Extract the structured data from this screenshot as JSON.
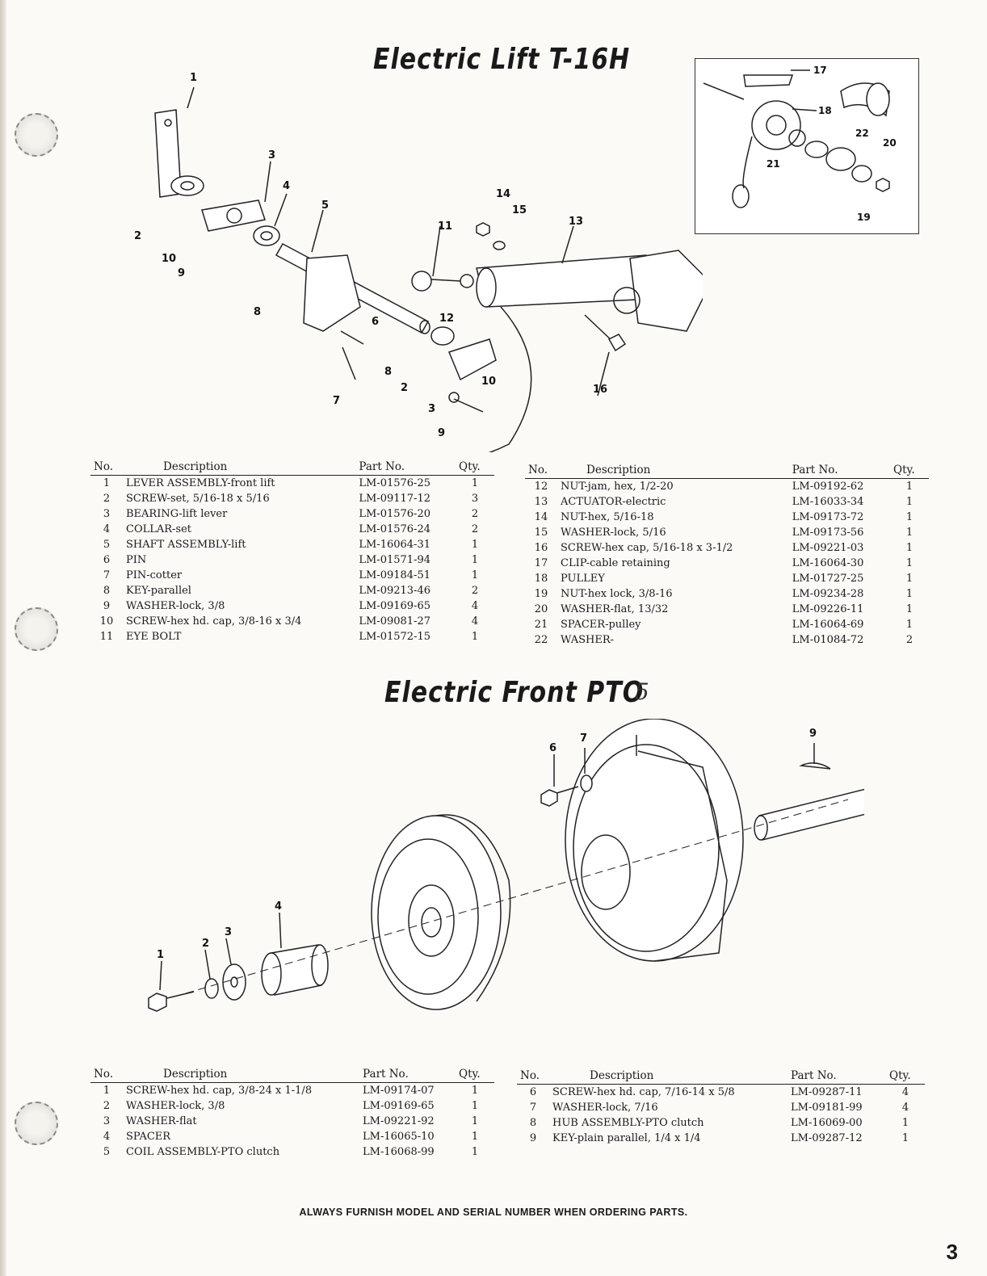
{
  "section1": {
    "title": "Electric Lift T-16H",
    "headers": {
      "no": "No.",
      "description": "Description",
      "part_no": "Part No.",
      "qty": "Qty."
    },
    "left_rows": [
      {
        "no": "1",
        "description": "LEVER ASSEMBLY-front lift",
        "part_no": "LM-01576-25",
        "qty": "1"
      },
      {
        "no": "2",
        "description": "SCREW-set, 5/16-18 x 5/16",
        "part_no": "LM-09117-12",
        "qty": "3"
      },
      {
        "no": "3",
        "description": "BEARING-lift lever",
        "part_no": "LM-01576-20",
        "qty": "2"
      },
      {
        "no": "4",
        "description": "COLLAR-set",
        "part_no": "LM-01576-24",
        "qty": "2"
      },
      {
        "no": "5",
        "description": "SHAFT ASSEMBLY-lift",
        "part_no": "LM-16064-31",
        "qty": "1"
      },
      {
        "no": "6",
        "description": "PIN",
        "part_no": "LM-01571-94",
        "qty": "1"
      },
      {
        "no": "7",
        "description": "PIN-cotter",
        "part_no": "LM-09184-51",
        "qty": "1"
      },
      {
        "no": "8",
        "description": "KEY-parallel",
        "part_no": "LM-09213-46",
        "qty": "2"
      },
      {
        "no": "9",
        "description": "WASHER-lock, 3/8",
        "part_no": "LM-09169-65",
        "qty": "4"
      },
      {
        "no": "10",
        "description": "SCREW-hex hd. cap, 3/8-16 x 3/4",
        "part_no": "LM-09081-27",
        "qty": "4"
      },
      {
        "no": "11",
        "description": "EYE BOLT",
        "part_no": "LM-01572-15",
        "qty": "1"
      }
    ],
    "right_rows": [
      {
        "no": "12",
        "description": "NUT-jam, hex, 1/2-20",
        "part_no": "LM-09192-62",
        "qty": "1"
      },
      {
        "no": "13",
        "description": "ACTUATOR-electric",
        "part_no": "LM-16033-34",
        "qty": "1"
      },
      {
        "no": "14",
        "description": "NUT-hex, 5/16-18",
        "part_no": "LM-09173-72",
        "qty": "1"
      },
      {
        "no": "15",
        "description": "WASHER-lock, 5/16",
        "part_no": "LM-09173-56",
        "qty": "1"
      },
      {
        "no": "16",
        "description": "SCREW-hex cap, 5/16-18 x 3-1/2",
        "part_no": "LM-09221-03",
        "qty": "1"
      },
      {
        "no": "17",
        "description": "CLIP-cable retaining",
        "part_no": "LM-16064-30",
        "qty": "1"
      },
      {
        "no": "18",
        "description": "PULLEY",
        "part_no": "LM-01727-25",
        "qty": "1"
      },
      {
        "no": "19",
        "description": "NUT-hex lock, 3/8-16",
        "part_no": "LM-09234-28",
        "qty": "1"
      },
      {
        "no": "20",
        "description": "WASHER-flat, 13/32",
        "part_no": "LM-09226-11",
        "qty": "1"
      },
      {
        "no": "21",
        "description": "SPACER-pulley",
        "part_no": "LM-16064-69",
        "qty": "1"
      },
      {
        "no": "22",
        "description": "WASHER-",
        "part_no": "LM-01084-72",
        "qty": "2"
      }
    ],
    "callouts": [
      "1",
      "2",
      "3",
      "4",
      "5",
      "6",
      "7",
      "8",
      "9",
      "10",
      "11",
      "12",
      "13",
      "14",
      "15",
      "16",
      "17",
      "18",
      "19",
      "20",
      "21",
      "22"
    ]
  },
  "section2": {
    "title": "Electric Front PTO",
    "handnote": "5",
    "headers": {
      "no": "No.",
      "description": "Description",
      "part_no": "Part No.",
      "qty": "Qty."
    },
    "left_rows": [
      {
        "no": "1",
        "description": "SCREW-hex hd. cap, 3/8-24 x 1-1/8",
        "part_no": "LM-09174-07",
        "qty": "1"
      },
      {
        "no": "2",
        "description": "WASHER-lock, 3/8",
        "part_no": "LM-09169-65",
        "qty": "1"
      },
      {
        "no": "3",
        "description": "WASHER-flat",
        "part_no": "LM-09221-92",
        "qty": "1"
      },
      {
        "no": "4",
        "description": "SPACER",
        "part_no": "LM-16065-10",
        "qty": "1"
      },
      {
        "no": "5",
        "description": "COIL ASSEMBLY-PTO clutch",
        "part_no": "LM-16068-99",
        "qty": "1"
      }
    ],
    "right_rows": [
      {
        "no": "6",
        "description": "SCREW-hex hd. cap, 7/16-14 x 5/8",
        "part_no": "LM-09287-11",
        "qty": "4"
      },
      {
        "no": "7",
        "description": "WASHER-lock, 7/16",
        "part_no": "LM-09181-99",
        "qty": "4"
      },
      {
        "no": "8",
        "description": "HUB ASSEMBLY-PTO clutch",
        "part_no": "LM-16069-00",
        "qty": "1"
      },
      {
        "no": "9",
        "description": "KEY-plain parallel, 1/4 x 1/4",
        "part_no": "LM-09287-12",
        "qty": "1"
      }
    ]
  },
  "footer": "ALWAYS FURNISH MODEL AND SERIAL NUMBER WHEN ORDERING PARTS.",
  "page_number": "3"
}
